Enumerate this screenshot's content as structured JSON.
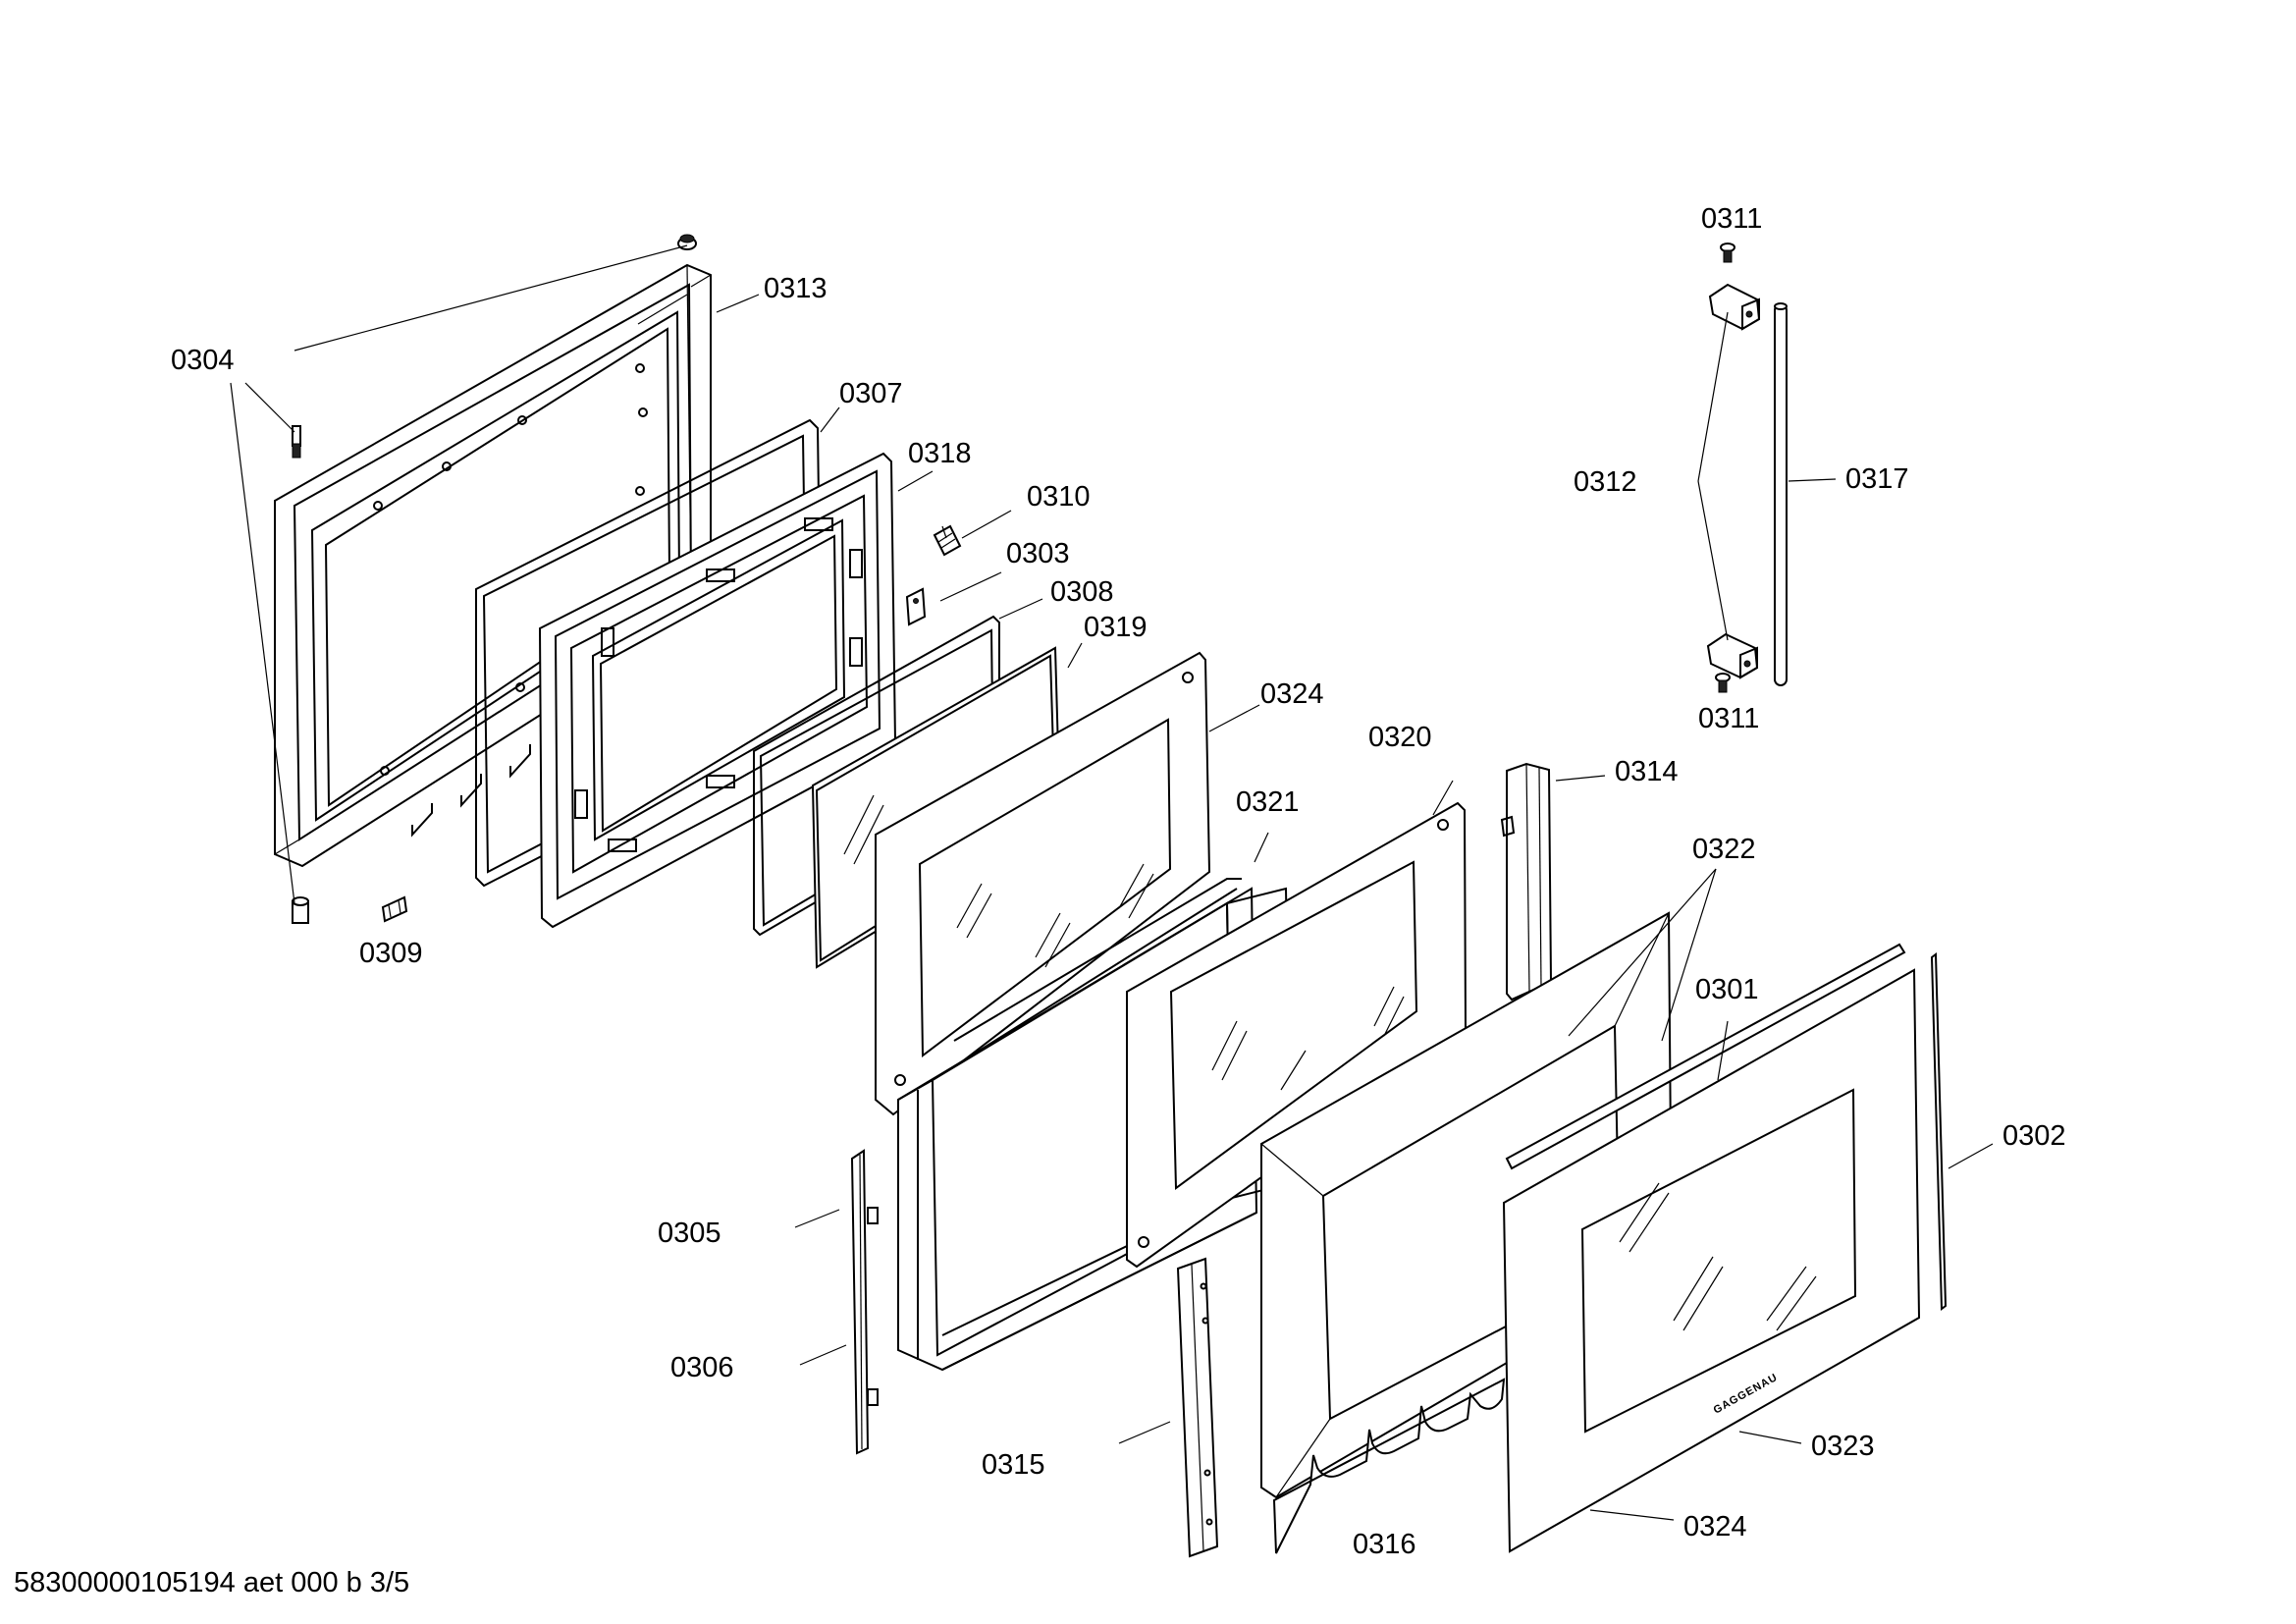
{
  "footer": "58300000105194 aet 000 b 3/5",
  "brand_mark": "GAGGENAU",
  "callouts": [
    {
      "label": "0313"
    },
    {
      "label": "0304"
    },
    {
      "label": "0307"
    },
    {
      "label": "0318"
    },
    {
      "label": "0310"
    },
    {
      "label": "0303"
    },
    {
      "label": "0308"
    },
    {
      "label": "0319"
    },
    {
      "label": "0324"
    },
    {
      "label": "0320"
    },
    {
      "label": "0321"
    },
    {
      "label": "0314"
    },
    {
      "label": "0322"
    },
    {
      "label": "0301"
    },
    {
      "label": "0302"
    },
    {
      "label": "0309"
    },
    {
      "label": "0305"
    },
    {
      "label": "0306"
    },
    {
      "label": "0315"
    },
    {
      "label": "0316"
    },
    {
      "label": "0323"
    },
    {
      "label": "0324"
    },
    {
      "label": "0311"
    },
    {
      "label": "0311"
    },
    {
      "label": "0312"
    },
    {
      "label": "0317"
    }
  ]
}
